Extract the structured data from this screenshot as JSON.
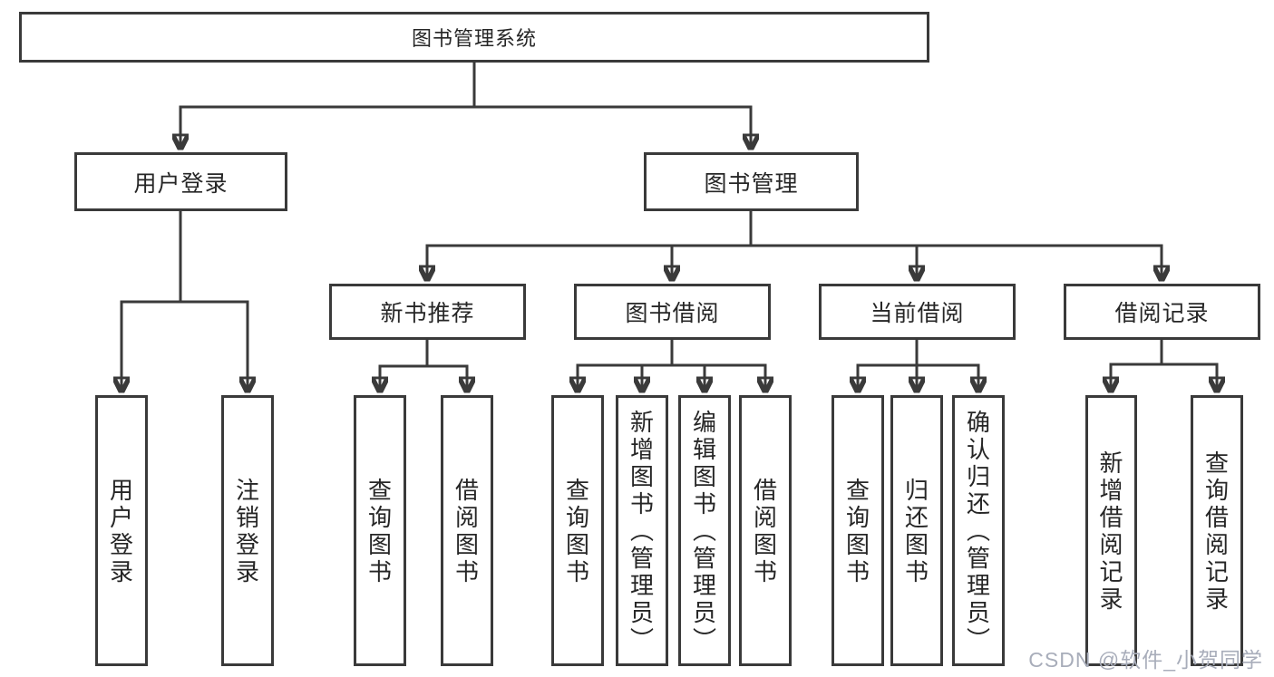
{
  "diagram_type": "hierarchy-tree",
  "colors": {
    "line": "#3a3a3a",
    "box_border": "#3a3a3a",
    "box_background": "#ffffff",
    "text": "#262626",
    "watermark_text": "#a8adba"
  },
  "tree": {
    "root": {
      "label": "图书管理系统",
      "children": [
        {
          "label": "用户登录",
          "children": [
            {
              "label": "用户登录"
            },
            {
              "label": "注销登录"
            }
          ]
        },
        {
          "label": "图书管理",
          "children": [
            {
              "label": "新书推荐",
              "children": [
                {
                  "label": "查询图书"
                },
                {
                  "label": "借阅图书"
                }
              ]
            },
            {
              "label": "图书借阅",
              "children": [
                {
                  "label": "查询图书"
                },
                {
                  "label": "新增图书（管理员）"
                },
                {
                  "label": "编辑图书（管理员）"
                },
                {
                  "label": "借阅图书"
                }
              ]
            },
            {
              "label": "当前借阅",
              "children": [
                {
                  "label": "查询图书"
                },
                {
                  "label": "归还图书"
                },
                {
                  "label": "确认归还（管理员）"
                }
              ]
            },
            {
              "label": "借阅记录",
              "children": [
                {
                  "label": "新增借阅记录"
                },
                {
                  "label": "查询借阅记录"
                }
              ]
            }
          ]
        }
      ]
    }
  },
  "watermark": {
    "text": "CSDN @软件_小贺同学"
  }
}
